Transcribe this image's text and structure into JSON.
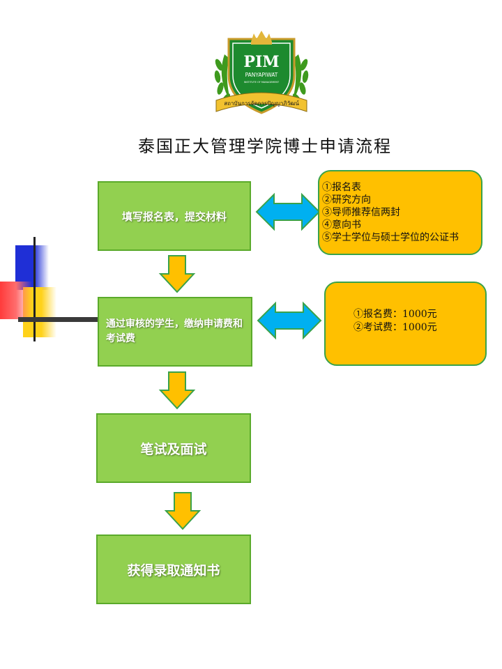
{
  "logo": {
    "acronym": "PIM",
    "name": "PANYAPIWAT",
    "sub": "INSTITUTE OF MANAGEMENT",
    "banner": "สถาบันการจัดการปัญญาภิวัฒน์"
  },
  "title": "泰国正大管理学院博士申请流程",
  "steps": [
    {
      "label": "填写报名表，提交材料"
    },
    {
      "label": "通过审核的学生，缴纳申请费和考试费"
    },
    {
      "label": "笔试及面试"
    },
    {
      "label": "获得录取通知书"
    }
  ],
  "materials": {
    "items": [
      "①报名表",
      "②研究方向",
      "③导师推荐信两封",
      "④意向书",
      "⑤学士学位与硕士学位的公证书"
    ]
  },
  "fees": {
    "items": [
      "①报名费：1000元",
      "②考试费：1000元"
    ]
  },
  "colors": {
    "step_fill": "#92d050",
    "info_fill": "#ffc000",
    "down_arrow": "#ffc000",
    "double_arrow": "#00b0f0",
    "outline_green": "#3aa24a"
  }
}
